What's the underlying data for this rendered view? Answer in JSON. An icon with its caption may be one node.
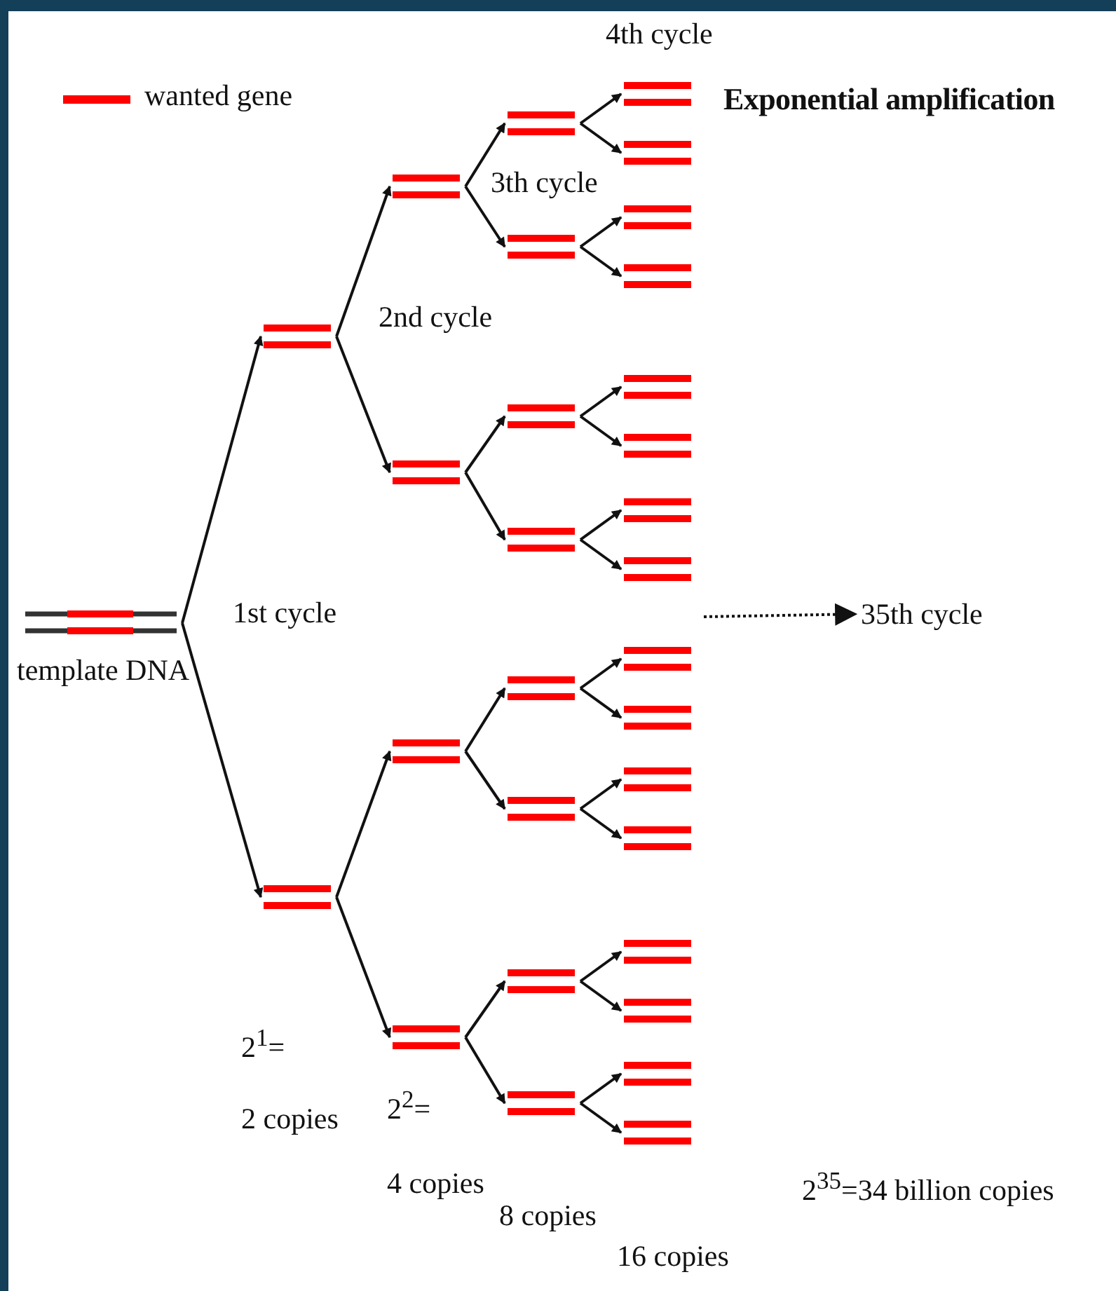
{
  "diagram": {
    "title": "Exponential amplification",
    "nodes": [
      {
        "text": [],
        "shape": "picture",
        "beside": [
          "template DNA"
        ]
      },
      {
        "text": [],
        "shape": "picture"
      },
      {
        "text": [],
        "shape": "picture"
      },
      {
        "text": [],
        "shape": "picture"
      },
      {
        "text": [],
        "shape": "picture"
      },
      {
        "text": [],
        "shape": "picture"
      },
      {
        "text": [],
        "shape": "picture"
      },
      {
        "text": [],
        "shape": "picture"
      },
      {
        "text": [],
        "shape": "picture"
      },
      {
        "text": [],
        "shape": "picture"
      },
      {
        "text": [],
        "shape": "picture"
      },
      {
        "text": [],
        "shape": "picture"
      },
      {
        "text": [],
        "shape": "picture"
      },
      {
        "text": [],
        "shape": "picture"
      },
      {
        "text": [],
        "shape": "picture"
      },
      {
        "text": [],
        "shape": "picture"
      },
      {
        "text": [],
        "shape": "picture"
      },
      {
        "text": [],
        "shape": "picture"
      },
      {
        "text": [],
        "shape": "picture"
      },
      {
        "text": [],
        "shape": "picture"
      },
      {
        "text": [],
        "shape": "picture"
      },
      {
        "text": [],
        "shape": "picture"
      },
      {
        "text": [],
        "shape": "picture"
      },
      {
        "text": [],
        "shape": "picture"
      },
      {
        "text": [],
        "shape": "picture"
      },
      {
        "text": [],
        "shape": "picture"
      },
      {
        "text": [],
        "shape": "picture"
      },
      {
        "text": [],
        "shape": "picture"
      },
      {
        "text": [],
        "shape": "picture"
      },
      {
        "text": [],
        "shape": "picture"
      },
      {
        "text": [],
        "shape": "picture"
      },
      {
        "text": [
          "35th cycle"
        ]
      }
    ],
    "edges": [
      {
        "from": 0,
        "to": 1,
        "arrow": "to"
      },
      {
        "from": 0,
        "to": 2,
        "arrow": "to"
      },
      {
        "from": 1,
        "to": 3,
        "arrow": "to"
      },
      {
        "from": 1,
        "to": 4,
        "arrow": "to"
      },
      {
        "from": 2,
        "to": 5,
        "arrow": "to"
      },
      {
        "from": 2,
        "to": 6,
        "arrow": "to"
      },
      {
        "from": 3,
        "to": 7,
        "arrow": "to"
      },
      {
        "from": 3,
        "to": 8,
        "arrow": "to"
      },
      {
        "from": 4,
        "to": 9,
        "arrow": "to"
      },
      {
        "from": 4,
        "to": 10,
        "arrow": "to"
      },
      {
        "from": 5,
        "to": 11,
        "arrow": "to"
      },
      {
        "from": 5,
        "to": 12,
        "arrow": "to"
      },
      {
        "from": 6,
        "to": 13,
        "arrow": "to"
      },
      {
        "from": 6,
        "to": 14,
        "arrow": "to"
      },
      {
        "from": 7,
        "to": 15,
        "arrow": "to"
      },
      {
        "from": 7,
        "to": 16,
        "arrow": "to"
      },
      {
        "from": 8,
        "to": 17,
        "arrow": "to"
      },
      {
        "from": 8,
        "to": 18,
        "arrow": "to"
      },
      {
        "from": 9,
        "to": 19,
        "arrow": "to"
      },
      {
        "from": 9,
        "to": 20,
        "arrow": "to"
      },
      {
        "from": 10,
        "to": 21,
        "arrow": "to"
      },
      {
        "from": 10,
        "to": 22,
        "arrow": "to"
      },
      {
        "from": 11,
        "to": 23,
        "arrow": "to"
      },
      {
        "from": 11,
        "to": 24,
        "arrow": "to"
      },
      {
        "from": 12,
        "to": 25,
        "arrow": "to"
      },
      {
        "from": 12,
        "to": 26,
        "arrow": "to"
      },
      {
        "from": 13,
        "to": 27,
        "arrow": "to"
      },
      {
        "from": 13,
        "to": 28,
        "arrow": "to"
      },
      {
        "from": 14,
        "to": 29,
        "arrow": "to"
      },
      {
        "from": 14,
        "to": 30,
        "arrow": "to"
      },
      {
        "from": null,
        "to": 31,
        "arrow": "to",
        "style": "dashed"
      }
    ],
    "labels": [
      "4th cycle",
      "3th cycle",
      "2nd cycle",
      "1st cycle",
      "2$^{1}$=",
      "2 copies",
      "2$^{2}$=",
      "4 copies",
      "8 copies",
      "16 copies",
      "2$^{35}$=34 billion copies"
    ],
    "legend": [
      {
        "text": "wanted gene",
        "color": "#ff0000"
      }
    ]
  }
}
